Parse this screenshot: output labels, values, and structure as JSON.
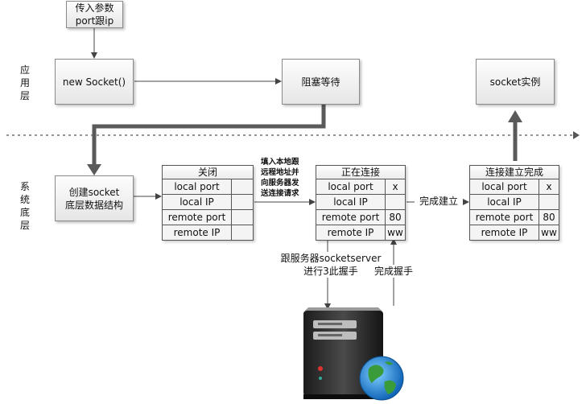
{
  "layers": {
    "app": [
      "应",
      "用",
      "层"
    ],
    "system": [
      "系",
      "统",
      "底",
      "层"
    ]
  },
  "boxes": {
    "input_params": "传入参数\nport跟ip",
    "new_socket": "new Socket()",
    "blocking_wait": "阻塞等待",
    "socket_instance": "socket实例",
    "create_socket": "创建socket\n底层数据结构"
  },
  "tables": {
    "closed": {
      "title": "关闭",
      "rows": [
        {
          "key": "local  port",
          "value": ""
        },
        {
          "key": "local  IP",
          "value": ""
        },
        {
          "key": "remote  port",
          "value": ""
        },
        {
          "key": "remote  IP",
          "value": ""
        }
      ]
    },
    "connecting": {
      "title": "正在连接",
      "rows": [
        {
          "key": "local  port",
          "value": "x"
        },
        {
          "key": "local  IP",
          "value": ""
        },
        {
          "key": "remote  port",
          "value": "80"
        },
        {
          "key": "remote  IP",
          "value": "ww"
        }
      ]
    },
    "established": {
      "title": "连接建立完成",
      "rows": [
        {
          "key": "local  port",
          "value": "x"
        },
        {
          "key": "local  IP",
          "value": ""
        },
        {
          "key": "remote  port",
          "value": "80"
        },
        {
          "key": "remote  IP",
          "value": "ww"
        }
      ]
    }
  },
  "labels": {
    "fill_local": "填入本地跟\n远程地址并\n向服务器发\n送连接请求",
    "complete_establish": "完成建立",
    "handshake": "跟服务器socketserver\n进行3此握手",
    "handshake_done": "完成握手"
  },
  "colors": {
    "thick_arrow": "#5a5a5a",
    "thin_arrow": "#444444",
    "divider": "#555555"
  }
}
